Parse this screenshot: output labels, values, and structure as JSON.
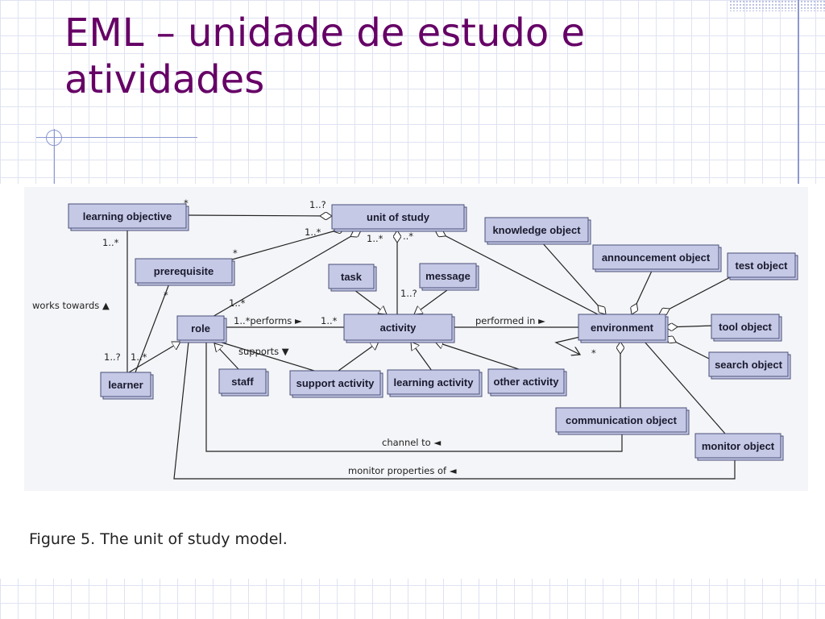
{
  "slide": {
    "title_line1": "EML – unidade de estudo e",
    "title_line2": "atividades",
    "caption": "Figure 5. The unit of study model."
  },
  "colors": {
    "title": "#660066",
    "box_fill": "#c5c9e6",
    "grid": "#dfe3f2"
  },
  "diagram": {
    "boxes": [
      {
        "id": "learning-objective",
        "label": "learning objective"
      },
      {
        "id": "unit-of-study",
        "label": "unit of study"
      },
      {
        "id": "knowledge-object",
        "label": "knowledge object"
      },
      {
        "id": "announcement-object",
        "label": "announcement object"
      },
      {
        "id": "test-object",
        "label": "test object"
      },
      {
        "id": "prerequisite",
        "label": "prerequisite"
      },
      {
        "id": "task",
        "label": "task"
      },
      {
        "id": "message",
        "label": "message"
      },
      {
        "id": "role",
        "label": "role"
      },
      {
        "id": "activity",
        "label": "activity"
      },
      {
        "id": "environment",
        "label": "environment"
      },
      {
        "id": "tool-object",
        "label": "tool object"
      },
      {
        "id": "search-object",
        "label": "search object"
      },
      {
        "id": "learner",
        "label": "learner"
      },
      {
        "id": "staff",
        "label": "staff"
      },
      {
        "id": "support-activity",
        "label": "support activity"
      },
      {
        "id": "learning-activity",
        "label": "learning activity"
      },
      {
        "id": "other-activity",
        "label": "other activity"
      },
      {
        "id": "communication-object",
        "label": "communication object"
      },
      {
        "id": "monitor-object",
        "label": "monitor object"
      }
    ],
    "labels": {
      "works_towards": "works towards ▲",
      "performs": "1..*performs ►",
      "performs_mult": "1..*",
      "supports": "supports ▼",
      "performed_in": "performed in ►",
      "channel_to": "channel to ◄",
      "monitor_properties_of": "monitor properties of ◄",
      "m_star": "*",
      "m_1star": "1..*",
      "m_1q": "1..?",
      "m_dotstar": "..*"
    }
  }
}
